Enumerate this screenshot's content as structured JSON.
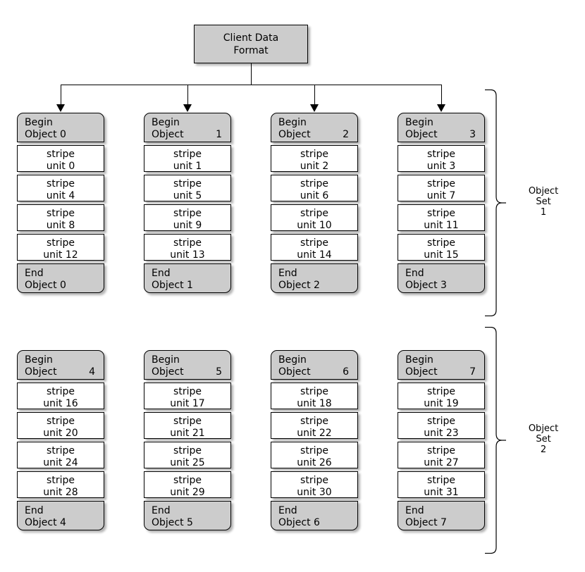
{
  "diagram": {
    "title": "Client Data\nFormat",
    "groups": [
      {
        "set_label": "Object\nSet\n1",
        "columns": [
          {
            "begin_top": "Begin",
            "begin_label": "Object 0",
            "begin_name": "Object",
            "begin_index": "0",
            "tight": true,
            "stripes": [
              "stripe\nunit 0",
              "stripe\nunit 4",
              "stripe\nunit 8",
              "stripe\nunit 12"
            ],
            "end_top": "End",
            "end_label": "Object 0"
          },
          {
            "begin_top": "Begin",
            "begin_label": "Object 1",
            "begin_name": "Object",
            "begin_index": "1",
            "tight": false,
            "stripes": [
              "stripe\nunit 1",
              "stripe\nunit 5",
              "stripe\nunit 9",
              "stripe\nunit 13"
            ],
            "end_top": "End",
            "end_label": "Object 1"
          },
          {
            "begin_top": "Begin",
            "begin_label": "Object 2",
            "begin_name": "Object",
            "begin_index": "2",
            "tight": false,
            "stripes": [
              "stripe\nunit 2",
              "stripe\nunit 6",
              "stripe\nunit 10",
              "stripe\nunit 14"
            ],
            "end_top": "End",
            "end_label": "Object 2"
          },
          {
            "begin_top": "Begin",
            "begin_label": "Object 3",
            "begin_name": "Object",
            "begin_index": "3",
            "tight": false,
            "stripes": [
              "stripe\nunit 3",
              "stripe\nunit 7",
              "stripe\nunit 11",
              "stripe\nunit 15"
            ],
            "end_top": "End",
            "end_label": "Object 3"
          }
        ]
      },
      {
        "set_label": "Object\nSet\n2",
        "columns": [
          {
            "begin_top": "Begin",
            "begin_label": "Object 4",
            "begin_name": "Object",
            "begin_index": "4",
            "tight": false,
            "stripes": [
              "stripe\nunit 16",
              "stripe\nunit 20",
              "stripe\nunit 24",
              "stripe\nunit 28"
            ],
            "end_top": "End",
            "end_label": "Object 4"
          },
          {
            "begin_top": "Begin",
            "begin_label": "Object 5",
            "begin_name": "Object",
            "begin_index": "5",
            "tight": false,
            "stripes": [
              "stripe\nunit 17",
              "stripe\nunit 21",
              "stripe\nunit 25",
              "stripe\nunit 29"
            ],
            "end_top": "End",
            "end_label": "Object 5"
          },
          {
            "begin_top": "Begin",
            "begin_label": "Object 6",
            "begin_name": "Object",
            "begin_index": "6",
            "tight": false,
            "stripes": [
              "stripe\nunit 18",
              "stripe\nunit 22",
              "stripe\nunit 26",
              "stripe\nunit 30"
            ],
            "end_top": "End",
            "end_label": "Object 6"
          },
          {
            "begin_top": "Begin",
            "begin_label": "Object 7",
            "begin_name": "Object",
            "begin_index": "7",
            "tight": false,
            "stripes": [
              "stripe\nunit 19",
              "stripe\nunit 23",
              "stripe\nunit 27",
              "stripe\nunit 31"
            ],
            "end_top": "End",
            "end_label": "Object 7"
          }
        ]
      }
    ],
    "colors": {
      "node_fill_gray": "#cccccc",
      "node_fill_white": "#ffffff",
      "stroke": "#000000",
      "background": "#ffffff"
    }
  }
}
